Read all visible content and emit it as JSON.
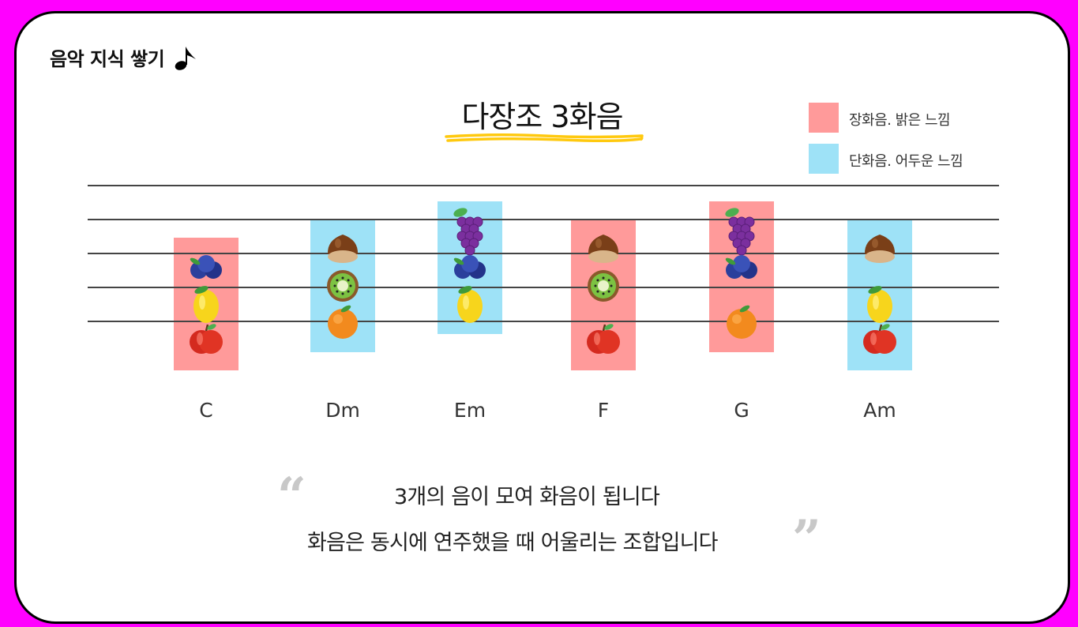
{
  "header": {
    "title": "음악 지식 쌓기",
    "note_glyph": "♪"
  },
  "main": {
    "title": "다장조 3화음"
  },
  "legend": {
    "items": [
      {
        "label": "장화음. 밝은 느낌",
        "color": "#ff9a9a"
      },
      {
        "label": "단화음. 어두운 느낌",
        "color": "#9ee2f7"
      }
    ]
  },
  "chart_data": {
    "type": "diagram",
    "staff_lines": 5,
    "chords": [
      {
        "name": "C",
        "quality": "major",
        "fruits": [
          "blueberry-icon",
          "lemon-icon",
          "apple-icon"
        ]
      },
      {
        "name": "Dm",
        "quality": "minor",
        "fruits": [
          "chestnut-icon",
          "kiwi-icon",
          "orange-icon"
        ]
      },
      {
        "name": "Em",
        "quality": "minor",
        "fruits": [
          "grape-icon",
          "blueberry-icon",
          "lemon-icon"
        ]
      },
      {
        "name": "F",
        "quality": "major",
        "fruits": [
          "chestnut-icon",
          "kiwi-icon",
          "apple-icon"
        ]
      },
      {
        "name": "G",
        "quality": "major",
        "fruits": [
          "grape-icon",
          "blueberry-icon",
          "orange-icon"
        ]
      },
      {
        "name": "Am",
        "quality": "minor",
        "fruits": [
          "chestnut-icon",
          "lemon-icon",
          "apple-icon"
        ]
      }
    ]
  },
  "quote": {
    "open_mark": "“",
    "close_mark": "”",
    "line1": "3개의 음이 모여 화음이 됩니다",
    "line2": "화음은 동시에 연주했을 때 어울리는 조합입니다"
  }
}
